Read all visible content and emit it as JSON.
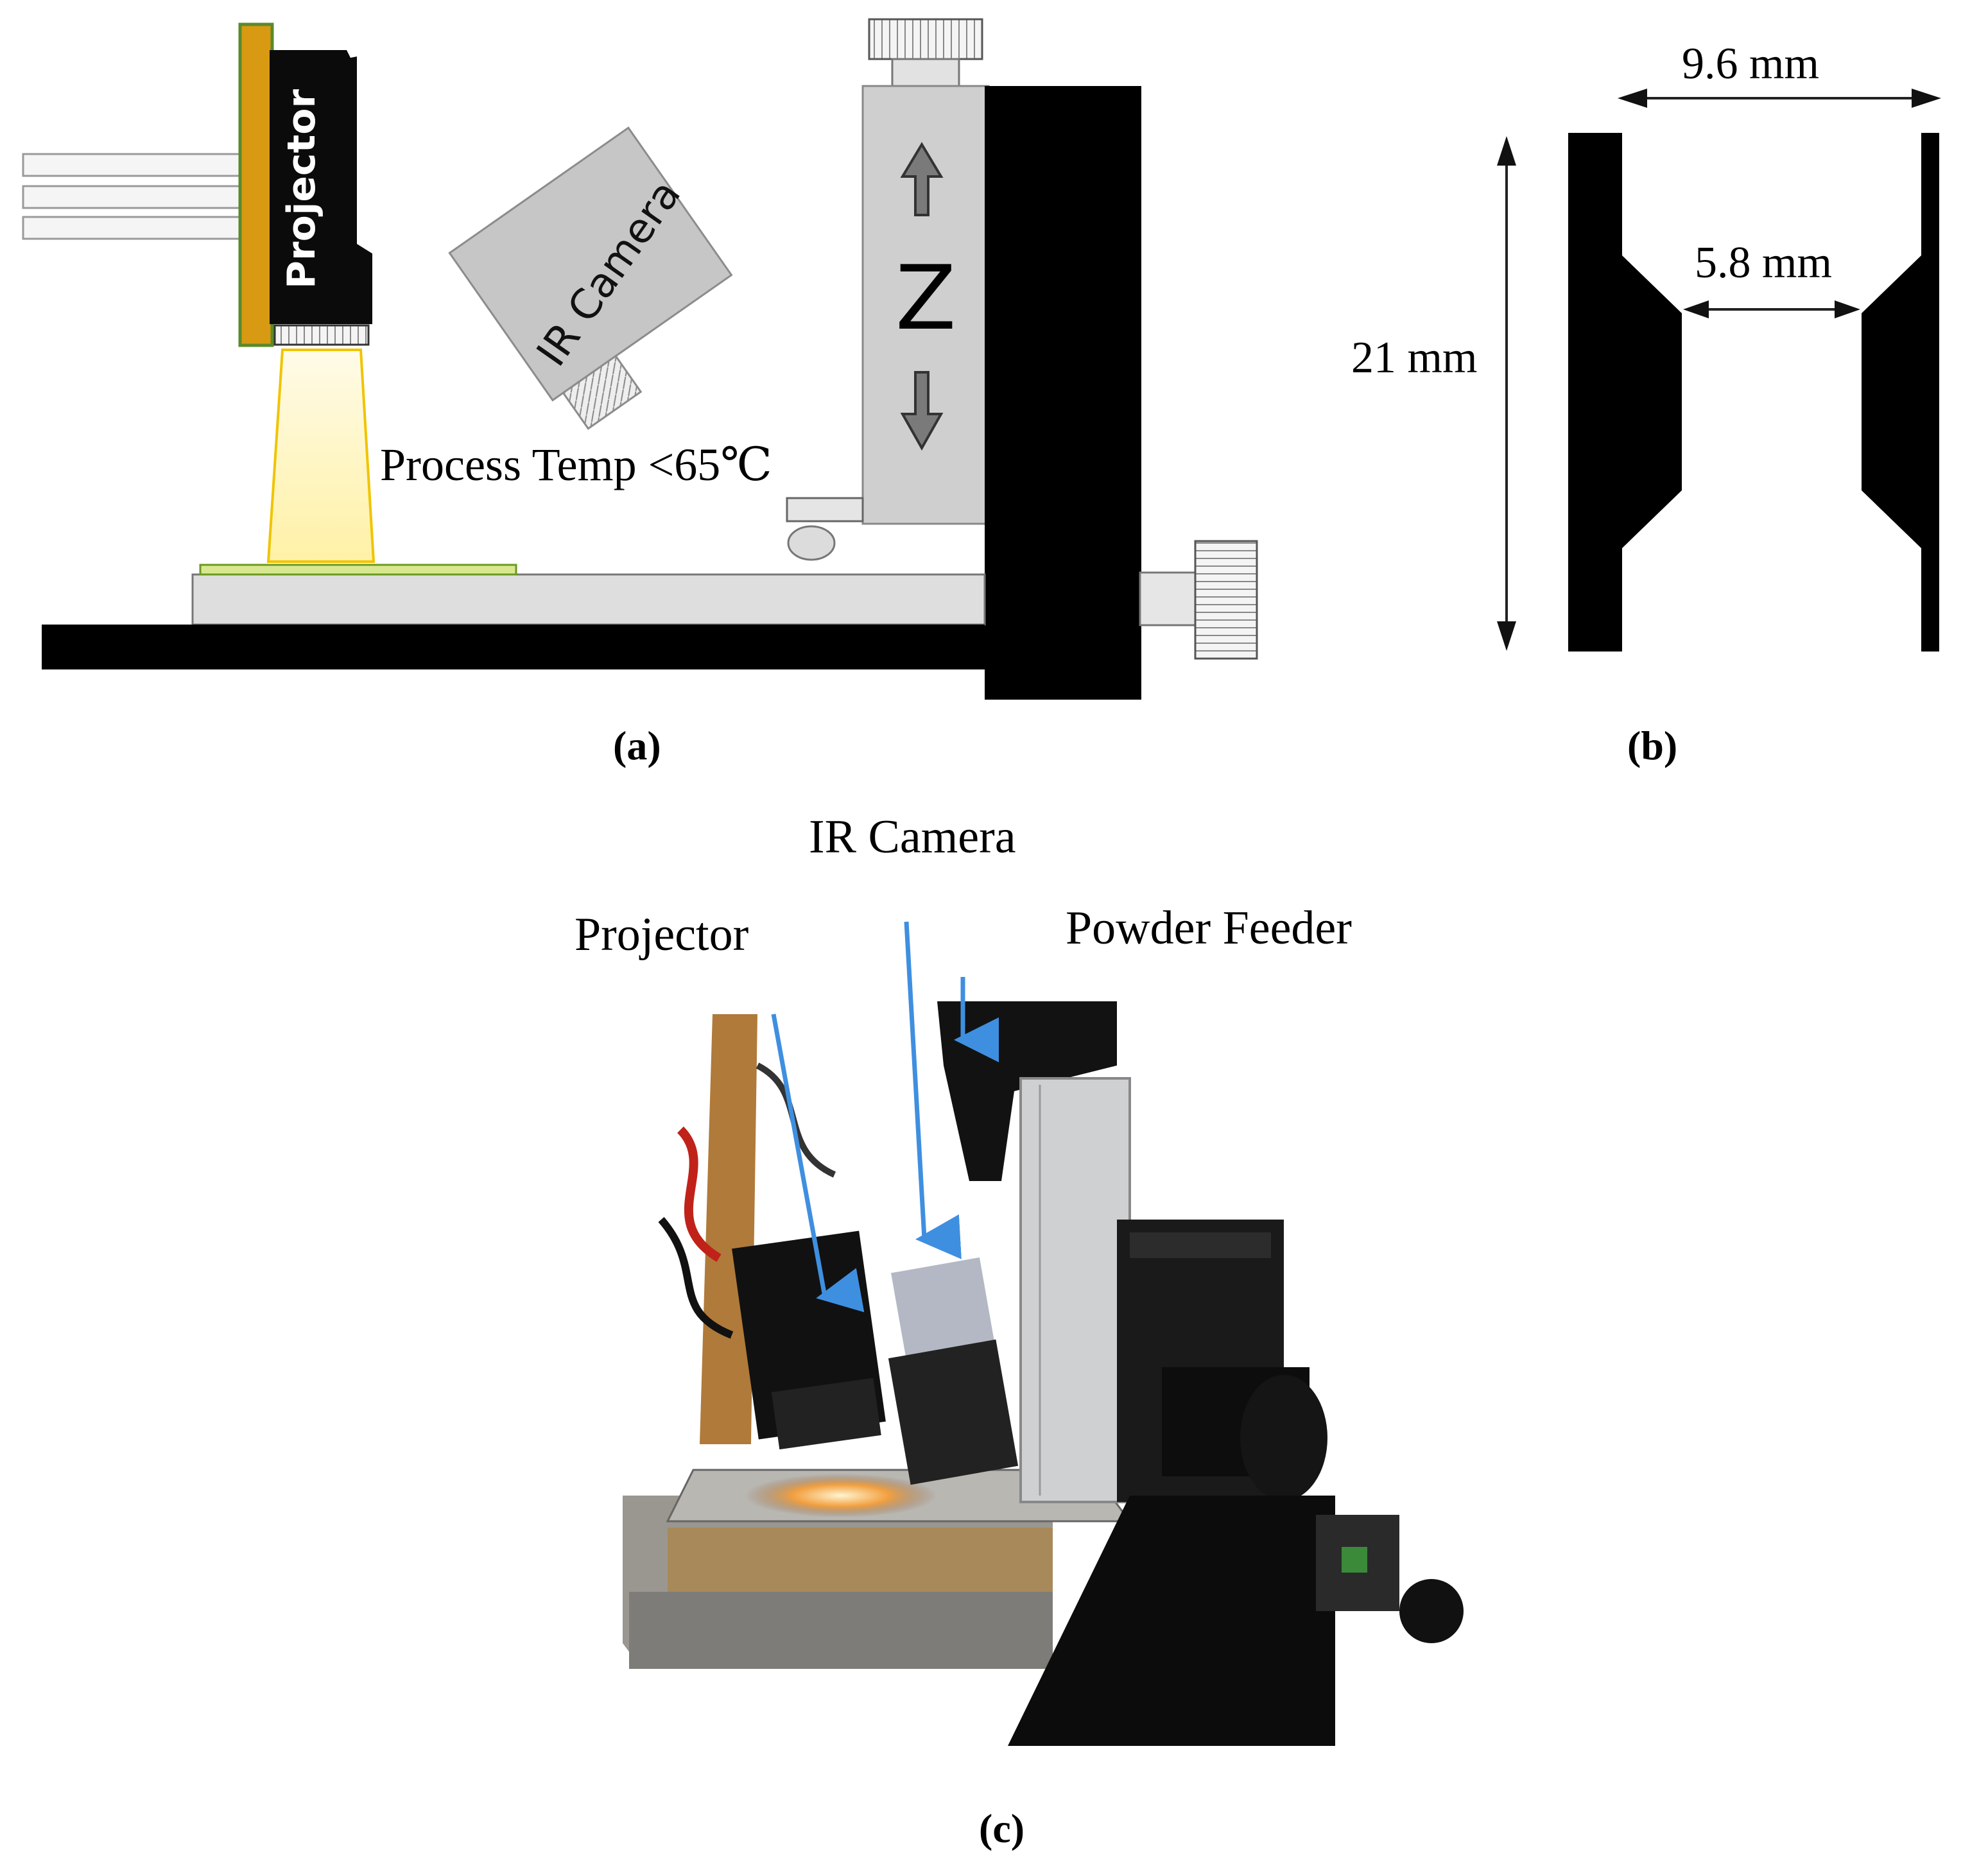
{
  "panel_a": {
    "caption": "(a)",
    "projector_label": "Projector",
    "ir_camera_label": "IR Camera",
    "z_label": "Z",
    "process_temp_label": "Process Temp <65℃"
  },
  "panel_b": {
    "caption": "(b)",
    "width_label": "9.6 mm",
    "neck_label": "5.8 mm",
    "height_label": "21 mm"
  },
  "panel_c": {
    "caption": "(c)",
    "ir_camera_label": "IR Camera",
    "projector_label": "Projector",
    "powder_feeder_label": "Powder Feeder"
  },
  "colors": {
    "arrow_blue": "#3f8fe0",
    "projector_board": "#d79a12",
    "light_cone": "#fff3b0",
    "gray_panel": "#cfcfcf"
  }
}
